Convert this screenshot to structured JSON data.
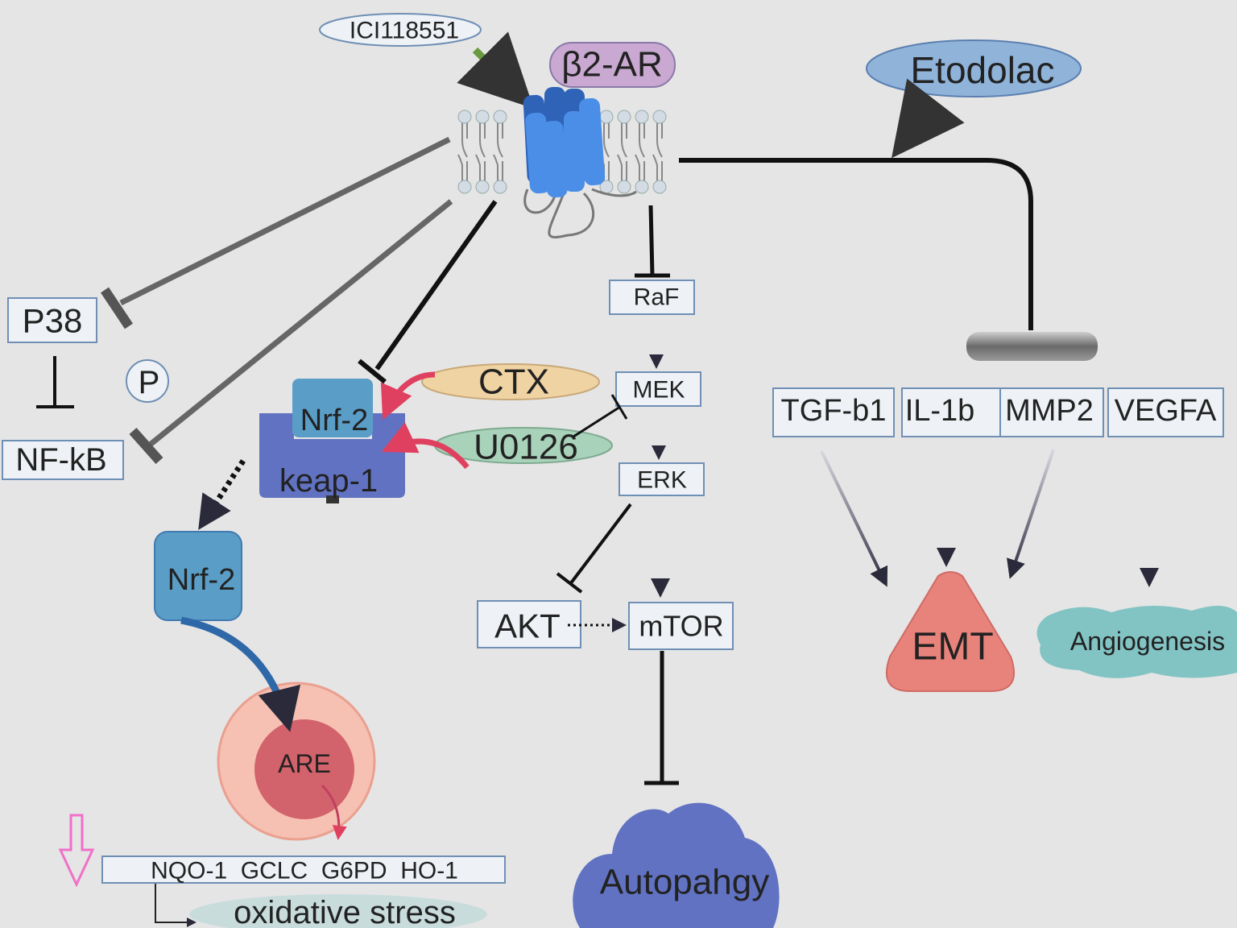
{
  "labels": {
    "ici": "ICI118551",
    "b2ar": "β2-AR",
    "etodolac": "Etodolac",
    "p38": "P38",
    "p": "P",
    "nfkb": "NF-kB",
    "nrf2_bound": "Nrf-2",
    "keap1": "keap-1",
    "ctx": "CTX",
    "u0126": "U0126",
    "nrf2_free": "Nrf-2",
    "are": "ARE",
    "genes": "NQO-1  GCLC  G6PD  HO-1",
    "oxidative": "oxidative stress",
    "raf": "RaF",
    "mek": "MEK",
    "erk": "ERK",
    "akt": "AKT",
    "mtor": "mTOR",
    "autophagy": "Autopahgy",
    "tgfb1": "TGF-b1",
    "il1b": "IL-1b",
    "mmp2": "MMP2",
    "vegfa": "VEGFA",
    "emt": "EMT",
    "angiogenesis": "Angiogenesis"
  },
  "colors": {
    "background": "#e5e5e5",
    "receptor": "#4a8ee8",
    "b2ar_fill": "#c9a9d2",
    "etodolac_fill": "#8fb3d9",
    "keap1": "#6172c2",
    "nrf2": "#5a9dc7",
    "ctx": "#f0d3a3",
    "u0126": "#a9d2ba",
    "emt": "#e8837c",
    "angiogenesis": "#82c3c3",
    "autophagy": "#6172c2",
    "cell": "#f6c1b2",
    "nucleus": "#d2626b"
  }
}
